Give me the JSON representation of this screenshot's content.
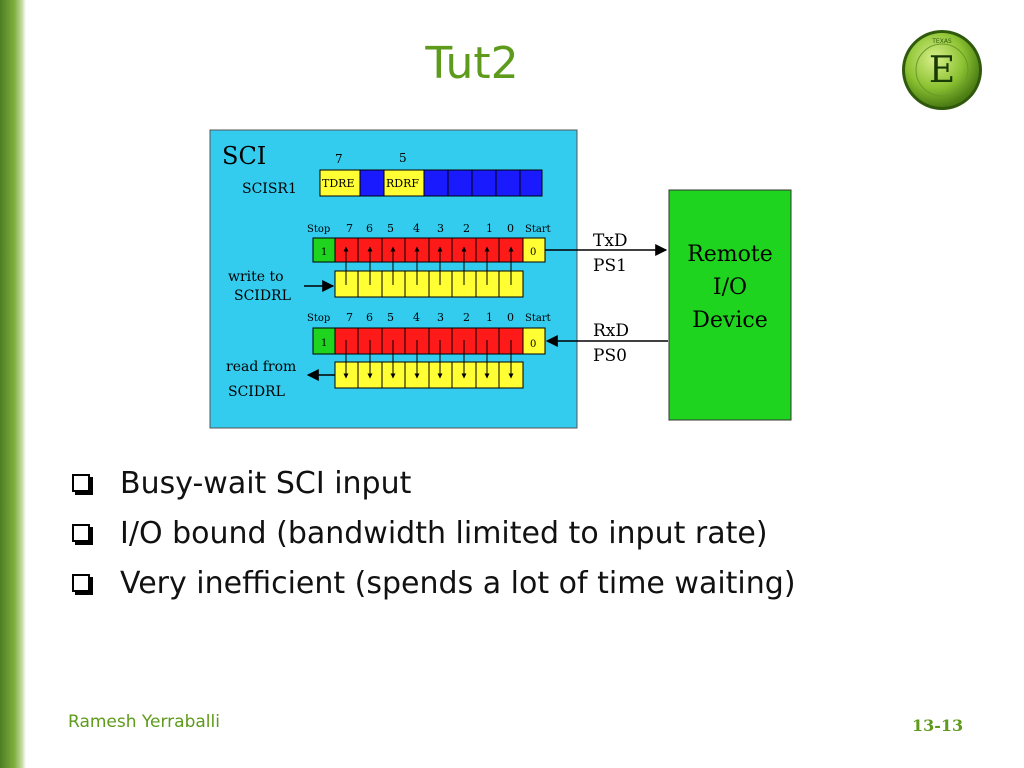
{
  "slide": {
    "title": "Tut2",
    "footer_author": "Ramesh Yerraballi",
    "page_number": "13-13"
  },
  "logo": {
    "letter": "E",
    "ring_text": "TEXAS"
  },
  "diagram": {
    "sci_label": "SCI",
    "scisr1_label": "SCISR1",
    "bit7": "7",
    "bit5": "5",
    "tdre": "TDRE",
    "rdrf": "RDRF",
    "tx_row": {
      "stop": "Stop",
      "bits": [
        "7",
        "6",
        "5",
        "4",
        "3",
        "2",
        "1",
        "0"
      ],
      "start": "Start",
      "stop_value": "1",
      "start_value": "0"
    },
    "rx_row": {
      "stop": "Stop",
      "bits": [
        "7",
        "6",
        "5",
        "4",
        "3",
        "2",
        "1",
        "0"
      ],
      "start": "Start",
      "stop_value": "1",
      "start_value": "0"
    },
    "write_to": "write to",
    "write_reg": "SCIDRL",
    "read_from": "read from",
    "read_reg": "SCIDRL",
    "txd": "TxD",
    "ps1": "PS1",
    "rxd": "RxD",
    "ps0": "PS0",
    "remote_line1": "Remote",
    "remote_line2": "I/O",
    "remote_line3": "Device"
  },
  "bullets": [
    "Busy-wait SCI input",
    "I/O bound (bandwidth limited to input rate)",
    "Very inefficient (spends a lot of time waiting)"
  ],
  "colors": {
    "accent": "#5e9a1b",
    "sci_bg": "#33ccee",
    "remote_bg": "#1ed41e",
    "shift_red": "#ff1a1a",
    "data_yellow": "#ffff33",
    "status_blue": "#1a1aff"
  }
}
